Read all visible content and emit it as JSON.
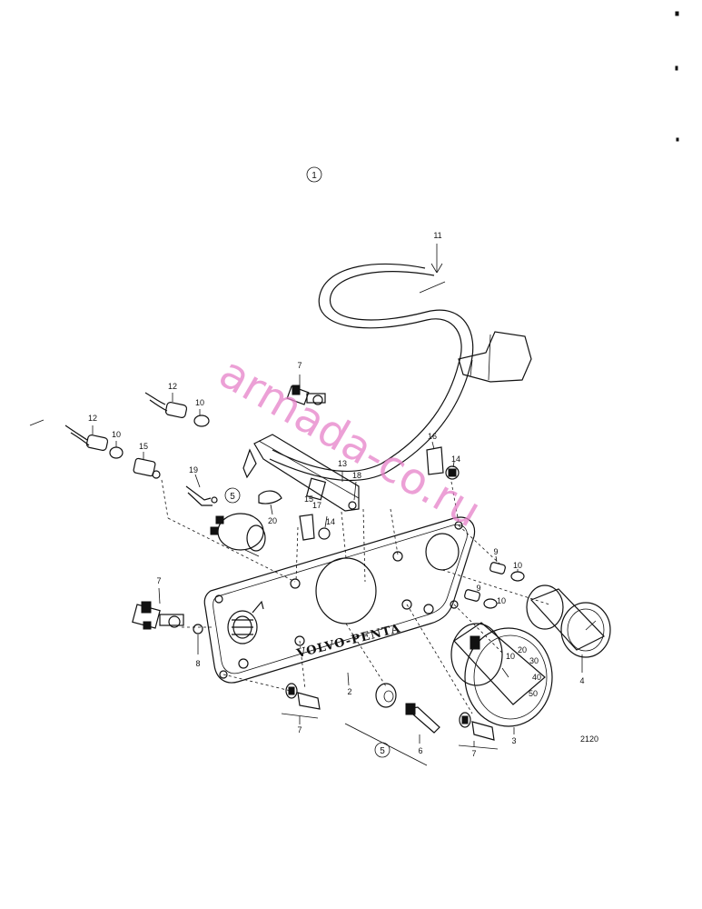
{
  "diagram": {
    "group_marker": "1",
    "drawing_number": "2120",
    "brand_plate": "VOLVO-PENTA",
    "watermark": "armada-co.ru",
    "callouts": {
      "c11": "11",
      "c7_top": "7",
      "c12_a": "12",
      "c10_a": "10",
      "c12_b": "12",
      "c10_b": "10",
      "c15_a": "15",
      "c19": "19",
      "c5_circle": "5",
      "c20": "20",
      "c13": "13",
      "c18": "18",
      "c15_b": "15",
      "c17": "17",
      "c14_a": "14",
      "c16": "16",
      "c14_b": "14",
      "c9_a": "9",
      "c10_c": "10",
      "c9_b": "9",
      "c10_d": "10",
      "c7_left": "7",
      "c8": "8",
      "c2": "2",
      "c4": "4",
      "c3": "3",
      "c7_bottom_a": "7",
      "c6": "6",
      "c7_bottom_b": "7",
      "c5_bottom": "5"
    },
    "tach_scale": [
      "10",
      "20",
      "30",
      "40",
      "50"
    ]
  }
}
